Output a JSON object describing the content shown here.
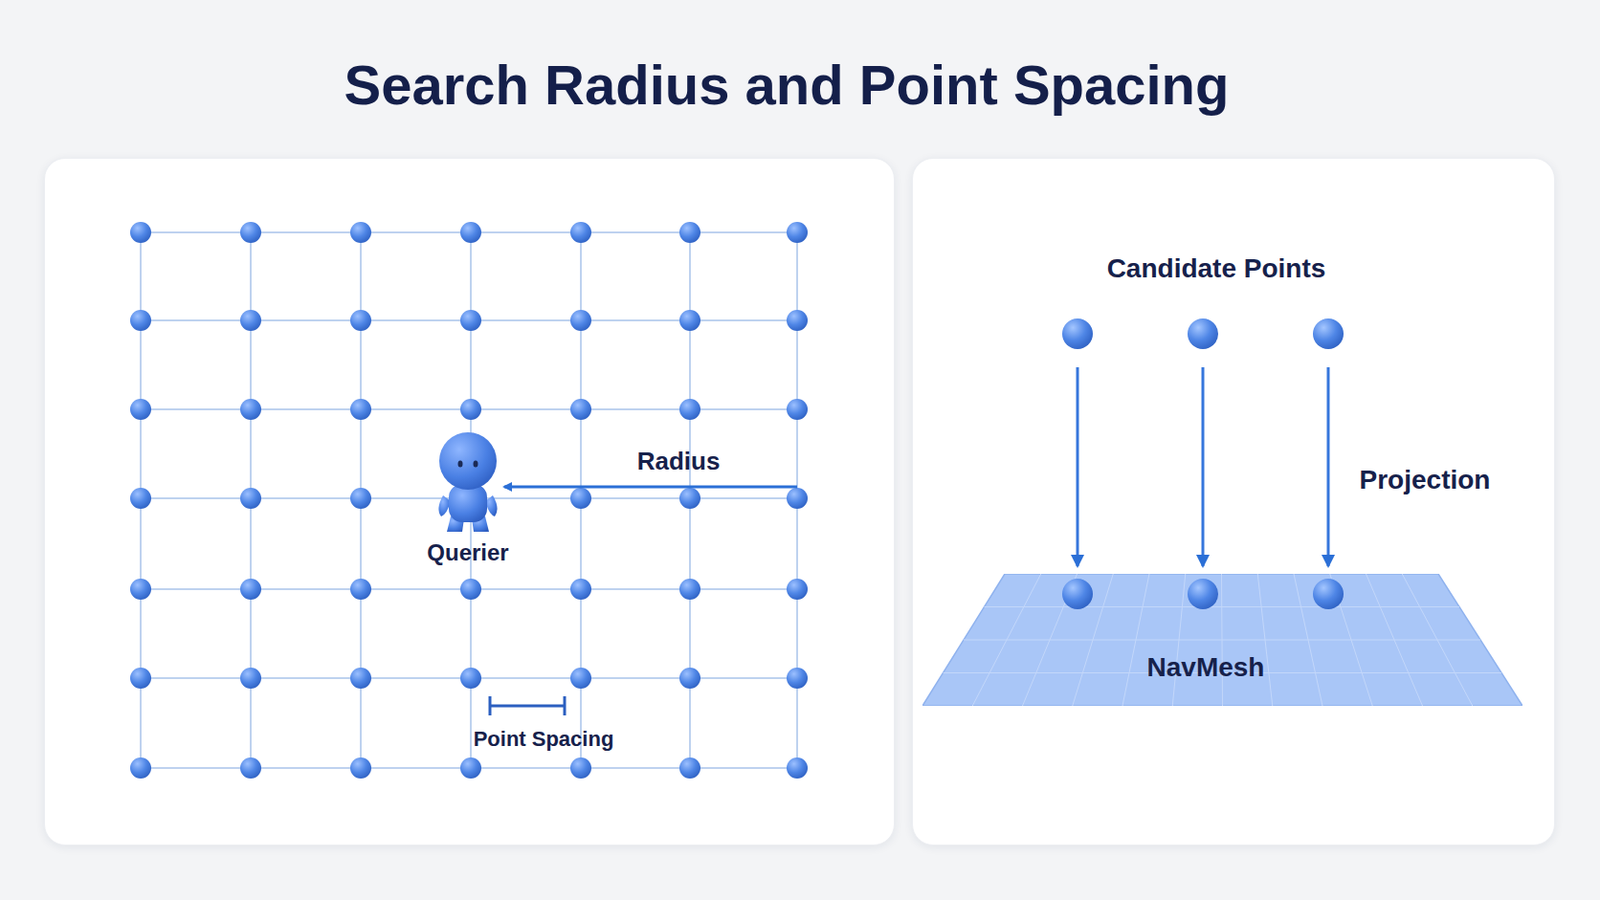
{
  "diagram": {
    "title": "Search Radius and Point Spacing",
    "nodes": [
      {
        "text": [
          "Querier"
        ]
      },
      {
        "text": [
          "NavMesh"
        ]
      }
    ],
    "labels": [
      "Radius",
      "Point Spacing",
      "Candidate Points",
      "Projection"
    ]
  }
}
